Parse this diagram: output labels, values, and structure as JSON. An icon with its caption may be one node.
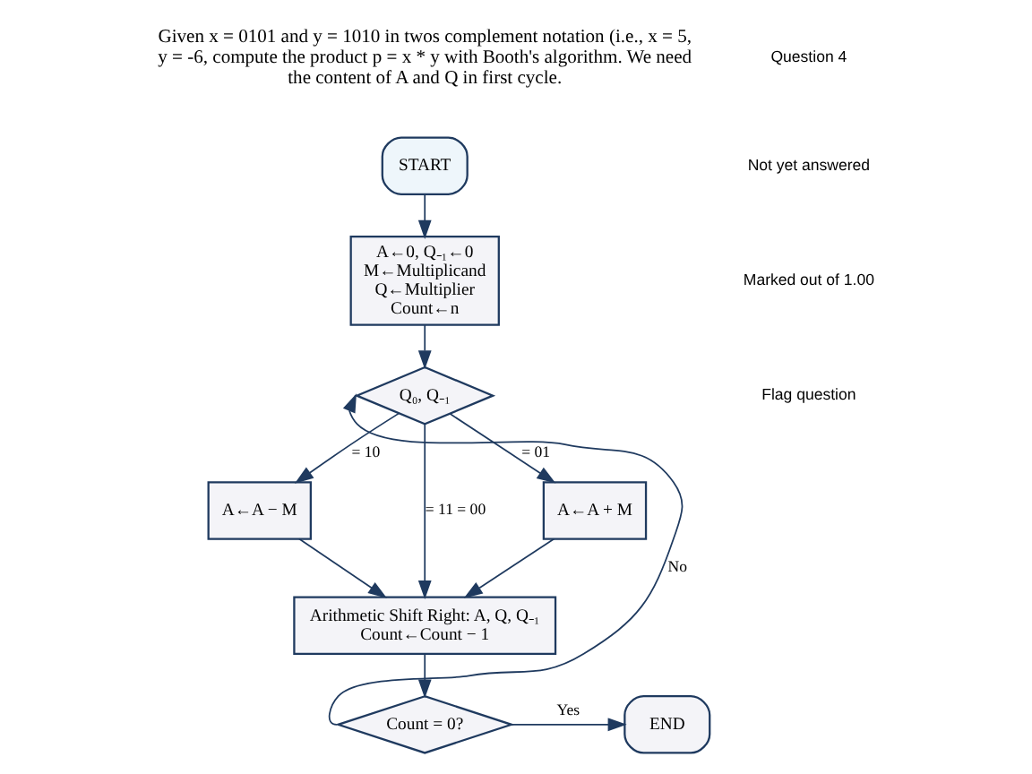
{
  "diagram": {
    "nodes": [
      {
        "text": [
          "START"
        ]
      },
      {
        "text": [
          "A←0, Q₋₁←0",
          "M←Multiplicand",
          "Q←Multiplier",
          "Count←n"
        ]
      },
      {
        "text": [
          "Q₀, Q₋₁"
        ]
      },
      {
        "text": [
          "A←A − M"
        ]
      },
      {
        "text": [
          "A←A + M"
        ]
      },
      {
        "text": [
          "Arithmetic Shift Right: A, Q, Q₋₁",
          "Count←Count − 1"
        ]
      },
      {
        "text": [
          "Count = 0?"
        ]
      },
      {
        "text": [
          "END"
        ]
      }
    ],
    "edges": [
      {
        "from": 0,
        "to": 1,
        "arrow": "to"
      },
      {
        "from": 1,
        "to": 2,
        "arrow": "to"
      },
      {
        "from": 2,
        "to": 3,
        "arrow": "to",
        "label": "= 10"
      },
      {
        "from": 2,
        "to": 5,
        "arrow": "to",
        "label": "= 11 = 00"
      },
      {
        "from": 2,
        "to": 4,
        "arrow": "to",
        "label": "= 01"
      },
      {
        "from": 3,
        "to": 5,
        "arrow": "to"
      },
      {
        "from": 4,
        "to": 5,
        "arrow": "to"
      },
      {
        "from": 5,
        "to": 6,
        "arrow": "to"
      },
      {
        "from": 6,
        "to": 2,
        "arrow": "to",
        "label": "No"
      },
      {
        "from": 6,
        "to": 7,
        "arrow": "to",
        "label": "Yes"
      }
    ],
    "labels": [
      "Question 4",
      "Not yet answered",
      "Marked out of 1.00",
      "Flag question",
      "Given x = 0101 and y = 1010 in twos complement notation (i.e., x = 5, y = -6, compute the product p = x * y with Booth's algorithm. We need the content of A and Q in first cycle."
    ]
  }
}
